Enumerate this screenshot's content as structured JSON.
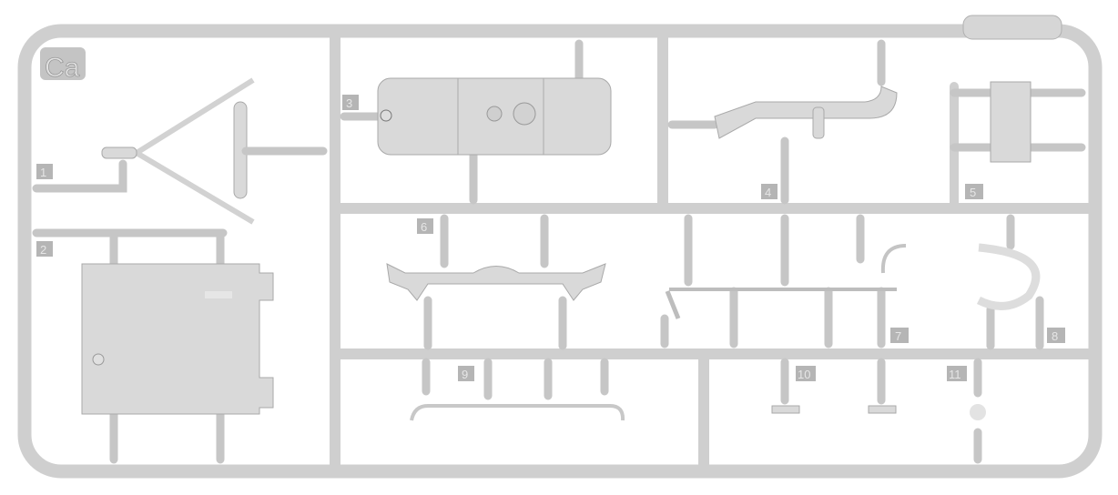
{
  "sprue": {
    "code": "Ca",
    "part_numbers": [
      "1",
      "2",
      "3",
      "4",
      "5",
      "6",
      "7",
      "8",
      "9",
      "10",
      "11"
    ],
    "colors": {
      "plastic": "#d9d9d9",
      "runner": "#cfcfcf",
      "label": "#b5b5b5"
    }
  }
}
